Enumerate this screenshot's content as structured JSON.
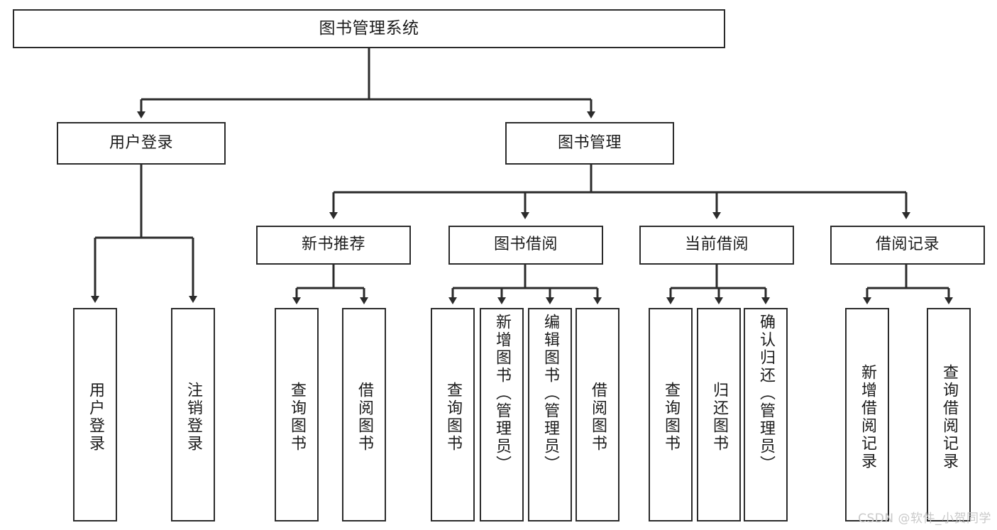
{
  "diagram": {
    "title": "图书管理系统",
    "type": "tree-hierarchy-chart",
    "watermark": "CSDN @软件_小贺同学",
    "stroke_color": "#2b2b2b",
    "fill_color": "#ffffff",
    "text_color": "#1b1b1b",
    "root": {
      "label": "图书管理系统"
    },
    "level2": [
      {
        "label": "用户登录"
      },
      {
        "label": "图书管理"
      }
    ],
    "level3": [
      {
        "label": "新书推荐"
      },
      {
        "label": "图书借阅"
      },
      {
        "label": "当前借阅"
      },
      {
        "label": "借阅记录"
      }
    ],
    "leaves_user_login": [
      {
        "label": "用户登录"
      },
      {
        "label": "注销登录"
      }
    ],
    "leaves_new_book": [
      {
        "label": "查询图书"
      },
      {
        "label": "借阅图书"
      }
    ],
    "leaves_borrow": [
      {
        "label": "查询图书"
      },
      {
        "label": "新增图书（管理员）"
      },
      {
        "label": "编辑图书（管理员）"
      },
      {
        "label": "借阅图书"
      }
    ],
    "leaves_current": [
      {
        "label": "查询图书"
      },
      {
        "label": "归还图书"
      },
      {
        "label": "确认归还（管理员）"
      }
    ],
    "leaves_records": [
      {
        "label": "新增借阅记录"
      },
      {
        "label": "查询借阅记录"
      }
    ]
  }
}
